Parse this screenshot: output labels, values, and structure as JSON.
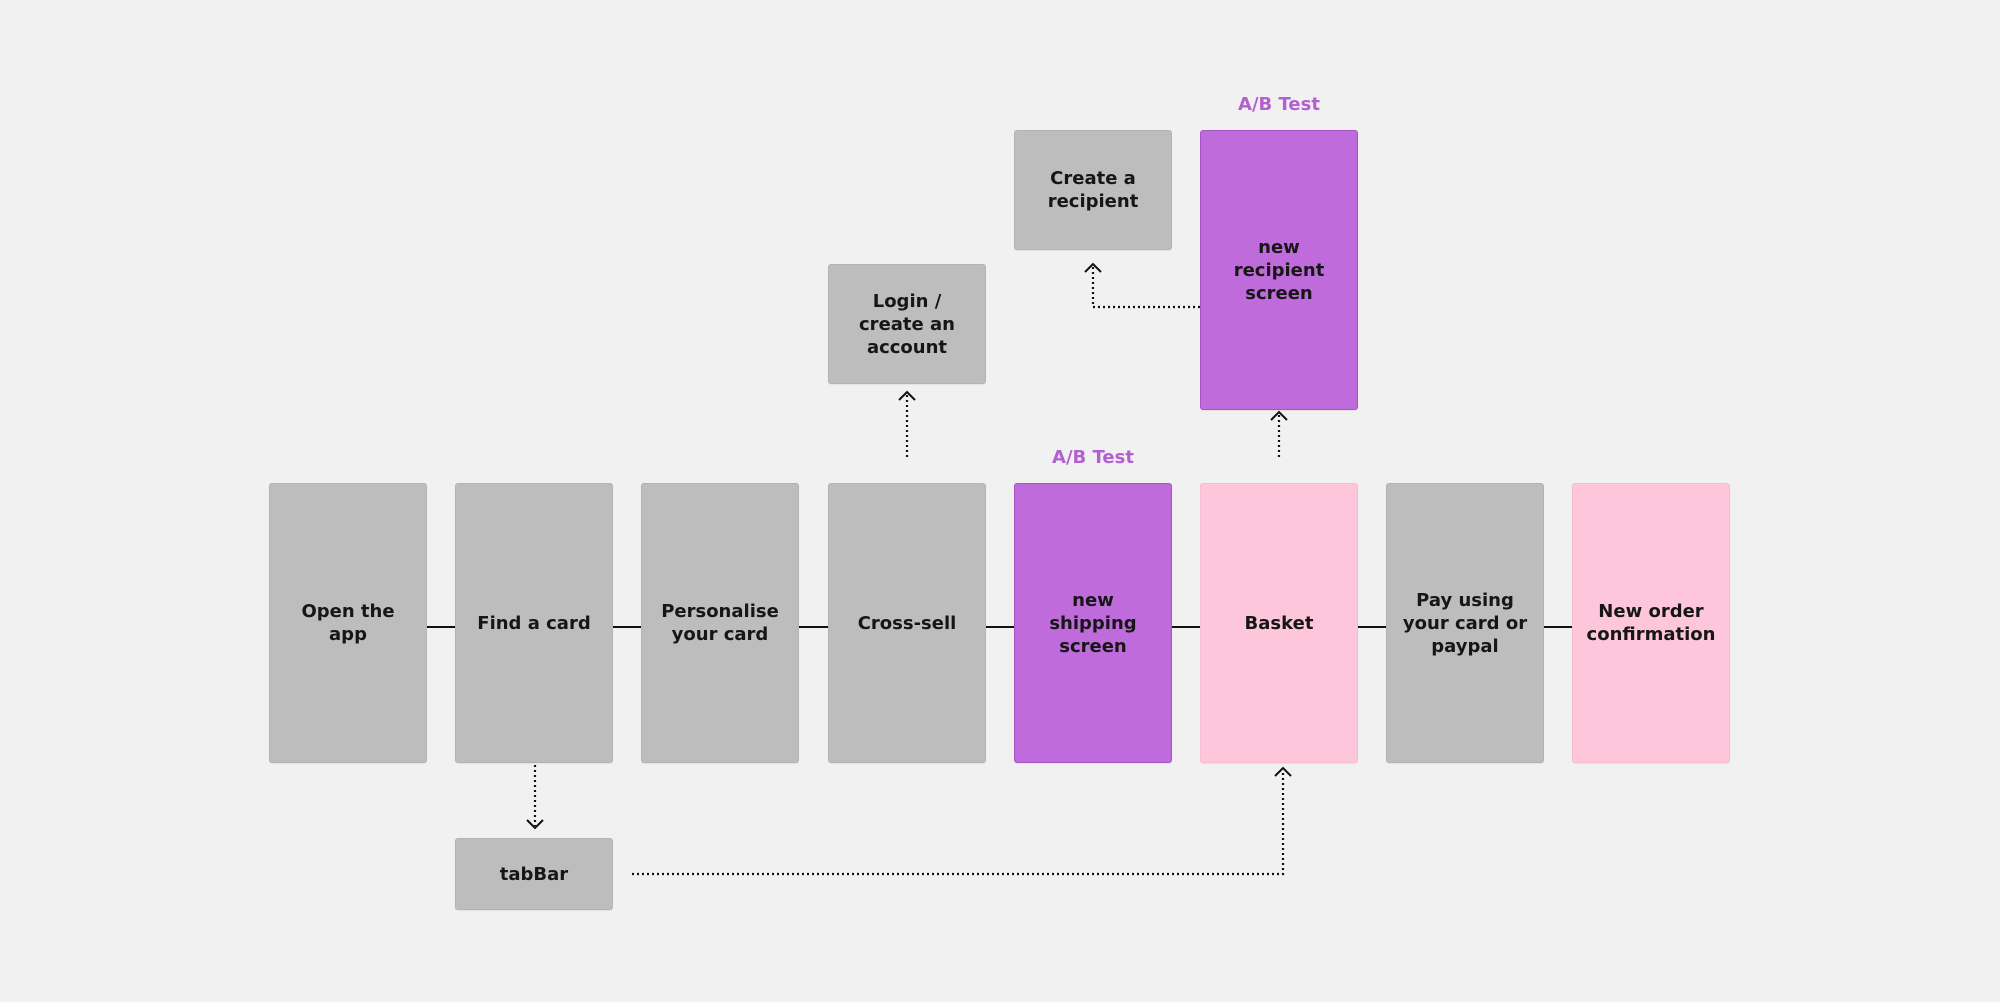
{
  "diagram": {
    "nodes": {
      "open_app": {
        "label": "Open the\napp"
      },
      "find_card": {
        "label": "Find a card"
      },
      "personalise": {
        "label": "Personalise\nyour card"
      },
      "cross_sell": {
        "label": "Cross-sell"
      },
      "new_shipping": {
        "label": "new\nshipping\nscreen"
      },
      "basket": {
        "label": "Basket"
      },
      "pay": {
        "label": "Pay using\nyour card or\npaypal"
      },
      "confirmation": {
        "label": "New order\nconfirmation"
      },
      "login": {
        "label": "Login /\ncreate an\naccount"
      },
      "create_recipient": {
        "label": "Create a\nrecipient"
      },
      "new_recipient": {
        "label": "new\nrecipient\nscreen"
      },
      "tabbar": {
        "label": "tabBar"
      }
    },
    "ab_labels": {
      "shipping": "A/B Test",
      "recipient": "A/B Test"
    },
    "colors": {
      "background": "#f1f1f1",
      "gray_node": "#bdbdbd",
      "purple_node": "#bf6bdb",
      "pink_node": "#fec6da",
      "ab_text": "#b35fd2",
      "line": "#111111"
    }
  }
}
